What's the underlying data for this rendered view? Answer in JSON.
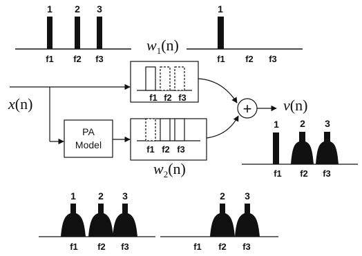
{
  "freq_labels": {
    "f1": "f1",
    "f2": "f2",
    "f3": "f3"
  },
  "channel_numbers": {
    "c1": "1",
    "c2": "2",
    "c3": "3"
  },
  "signals": {
    "input": {
      "sym": "x",
      "arg": "(n)"
    },
    "output": {
      "sym": "v",
      "arg": "(n)"
    },
    "weight1": {
      "sym": "w",
      "sub": "1",
      "arg": "(n)"
    },
    "weight2": {
      "sym": "w",
      "sub": "2",
      "arg": "(n)"
    }
  },
  "blocks": {
    "pa_model_line1": "PA",
    "pa_model_line2": "Model",
    "adder_symbol": "+"
  }
}
